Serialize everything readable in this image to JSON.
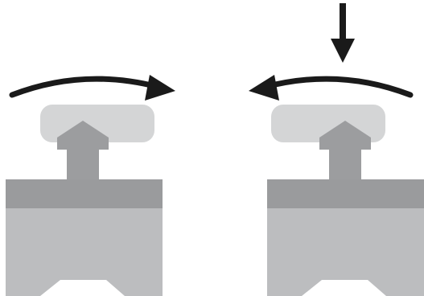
{
  "diagram": {
    "panels": [
      {
        "id": "left",
        "rotation": "clockwise",
        "pressed": false
      },
      {
        "id": "right",
        "rotation": "counterclockwise",
        "pressed": true
      }
    ]
  },
  "colors": {
    "background": "#ffffff",
    "arrow": "#1a1a1a",
    "cap": "#d4d5d6",
    "stem_and_up_arrow": "#9c9d9f",
    "body_band": "#9a9b9d",
    "body": "#bcbdbf",
    "notch": "#ffffff"
  },
  "icons": {
    "rotate_arrow": "curved-rotation-arrow-icon",
    "press_arrow": "down-arrow-icon",
    "up_arrow": "up-arrow-icon"
  }
}
